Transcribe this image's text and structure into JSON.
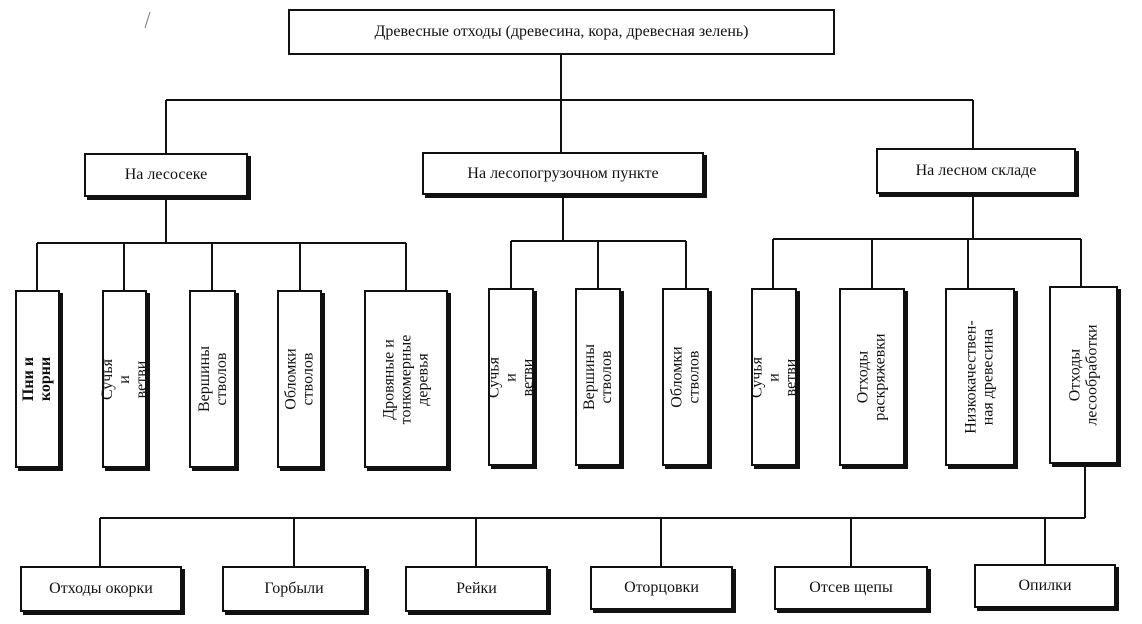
{
  "root": {
    "label": "Древесные отходы (древесина, кора, древесная зелень)"
  },
  "locations": [
    {
      "label": "На лесосеке"
    },
    {
      "label": "На лесопогрузочном пункте"
    },
    {
      "label": "На лесном складе"
    }
  ],
  "waste_felling": [
    {
      "label": "Пни и корни"
    },
    {
      "label": "Сучья и ветви"
    },
    {
      "label": "Вершины стволов"
    },
    {
      "label": "Обломки стволов"
    },
    {
      "label": "Дровяные и\nтонкомерные\nдеревья"
    }
  ],
  "waste_loading": [
    {
      "label": "Сучья и ветви"
    },
    {
      "label": "Вершины стволов"
    },
    {
      "label": "Обломки стволов"
    }
  ],
  "waste_warehouse": [
    {
      "label": "Сучья и ветви"
    },
    {
      "label": "Отходы\nраскряжевки"
    },
    {
      "label": "Низкокачествен-\nная древесина"
    },
    {
      "label": "Отходы\nлесообработки"
    }
  ],
  "processing_waste": [
    {
      "label": "Отходы окорки"
    },
    {
      "label": "Горбыли"
    },
    {
      "label": "Рейки"
    },
    {
      "label": "Оторцовки"
    },
    {
      "label": "Отсев щепы"
    },
    {
      "label": "Опилки"
    }
  ]
}
